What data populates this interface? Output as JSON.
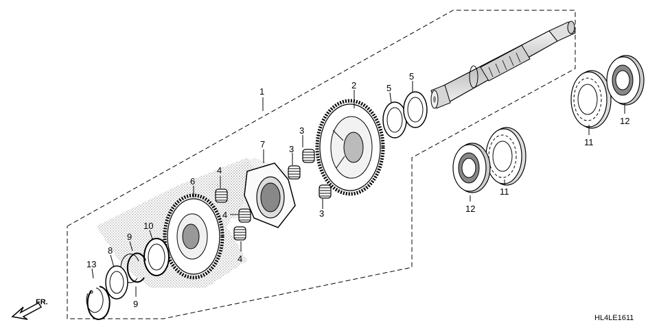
{
  "diagram": {
    "code": "HL4LE1611",
    "direction_label": "FR.",
    "callouts": {
      "c1": "1",
      "c2": "2",
      "c3a": "3",
      "c3b": "3",
      "c3c": "3",
      "c4a": "4",
      "c4b": "4",
      "c4c": "4",
      "c5a": "5",
      "c5b": "5",
      "c6": "6",
      "c7": "7",
      "c8": "8",
      "c9a": "9",
      "c9b": "9",
      "c10": "10",
      "c11a": "11",
      "c11b": "11",
      "c12a": "12",
      "c12b": "12",
      "c13": "13"
    }
  }
}
